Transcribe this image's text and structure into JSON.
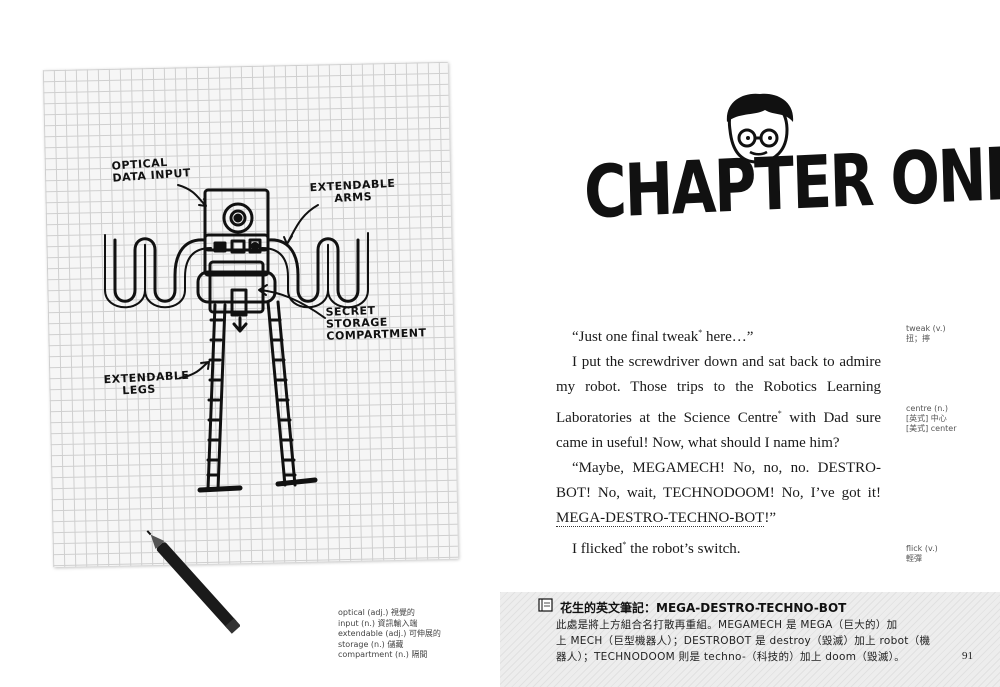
{
  "left_page": {
    "diagram_labels": {
      "optical_data_input": [
        "OPTICAL",
        "DATA INPUT"
      ],
      "extendable_arms": [
        "EXTENDABLE",
        "ARMS"
      ],
      "secret_storage": [
        "SECRET",
        "STORAGE",
        "COMPARTMENT"
      ],
      "extendable_legs": [
        "EXTENDABLE",
        "LEGS"
      ]
    },
    "vocab": [
      "optical (adj.) 視覺的",
      "input (n.) 資訊輸入端",
      "extendable (adj.) 可伸展的",
      "storage (n.) 儲藏",
      "compartment (n.) 隔間"
    ]
  },
  "right_page": {
    "chapter_title": "CHAPTER ONE",
    "paragraphs": {
      "p1": "“Just one final tweak",
      "p1_star": "*",
      "p1_end": " here…”",
      "p2_a": "I put the screwdriver down and sat back to admire my robot. Those trips to the Robotics Learning Laboratories at the Science Centre",
      "p2_star": "*",
      "p2_b": " with Dad sure came in useful! Now, what should I name him?",
      "p3_a": "“Maybe, MEGAMECH! No, no, no. DESTRO-BOT! No, wait, TECHNODOOM! No, I’ve got it! ",
      "p3_dotted": "MEGA-DESTRO-TECHNO-BOT",
      "p3_end": "!”",
      "p4_a": "I flicked",
      "p4_star": "*",
      "p4_b": " the robot’s switch."
    },
    "side_notes": {
      "tweak": [
        "tweak (v.)",
        "扭；擰"
      ],
      "centre": [
        "centre (n.)",
        "[英式] 中心",
        "[美式] center"
      ],
      "flick": [
        "flick (v.)",
        "輕彈"
      ]
    },
    "note_box": {
      "title": "花生的英文筆記：MEGA-DESTRO-TECHNO-BOT",
      "lines": [
        "此處是將上方組合名打散再重組。MEGAMECH 是 MEGA（巨大的）加",
        "上 MECH（巨型機器人）；DESTROBOT 是 destroy（毀滅）加上 robot（機",
        "器人）；TECHNODOOM 則是 techno-（科技的）加上 doom（毀滅）。"
      ]
    },
    "page_number": "91"
  }
}
